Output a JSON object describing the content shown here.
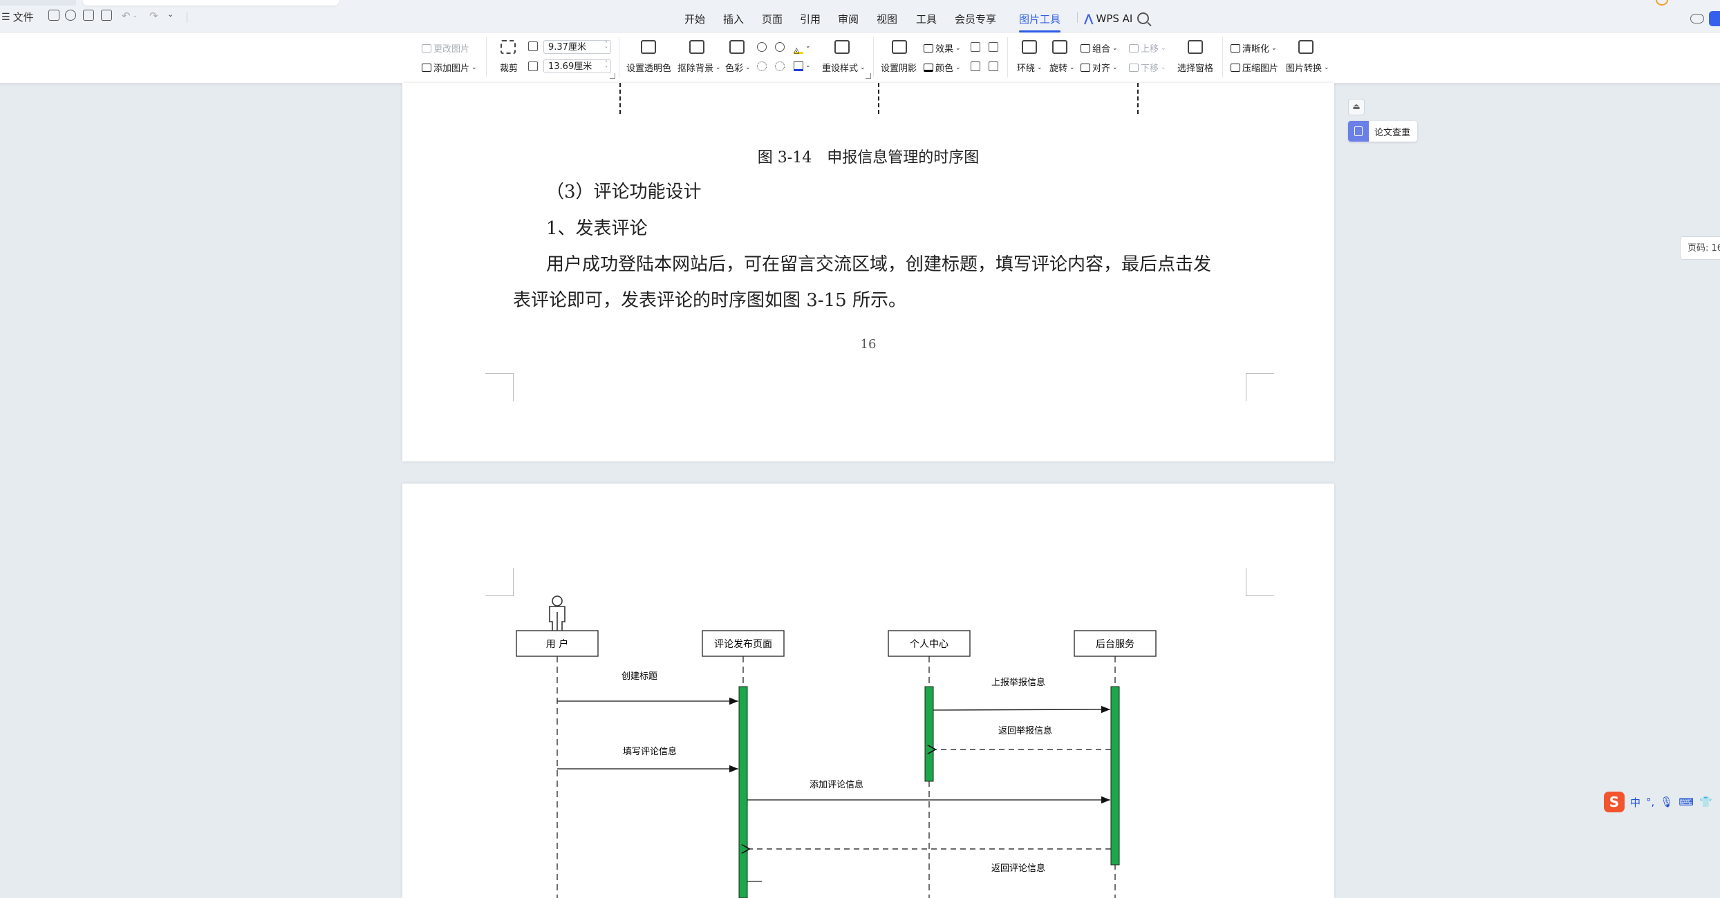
{
  "menubar": {
    "file_label": "文件",
    "tabs": [
      "开始",
      "插入",
      "页面",
      "引用",
      "审阅",
      "视图",
      "工具",
      "会员专享",
      "图片工具"
    ],
    "active_tab": "图片工具",
    "wps_ai": "WPS AI"
  },
  "ribbon": {
    "change_picture": "更改图片",
    "add_picture": "添加图片",
    "crop": "裁剪",
    "width": "9.37厘米",
    "height": "13.69厘米",
    "set_transparent": "设置透明色",
    "remove_bg": "抠除背景",
    "color": "色彩",
    "reset_style": "重设样式",
    "set_shadow": "设置阴影",
    "effect": "效果",
    "border_color": "颜色",
    "wrap": "环绕",
    "rotate": "旋转",
    "group": "组合",
    "align": "对齐",
    "move_up": "上移",
    "move_down": "下移",
    "select_pane": "选择窗格",
    "sharpen": "清晰化",
    "compress": "压缩图片",
    "convert": "图片转换"
  },
  "side": {
    "paper_check": "论文查重",
    "page_indicator": "页码: 16"
  },
  "document": {
    "figure_caption": "图 3-14　申报信息管理的时序图",
    "heading_3": "（3）评论功能设计",
    "subheading_1": "1、发表评论",
    "para_line1": "用户成功登陆本网站后，可在留言交流区域，创建标题，填写评论内容，最后点击发",
    "para_line2": "表评论即可，发表评论的时序图如图 3-15 所示。",
    "page_number": "16"
  },
  "diagram": {
    "lifelines": [
      "用 户",
      "评论发布页面",
      "个人中心",
      "后台服务"
    ],
    "messages": [
      {
        "label": "创建标题",
        "from": 0,
        "to": 1,
        "dashed": false
      },
      {
        "label": "上报举报信息",
        "from": 2,
        "to": 3,
        "dashed": false
      },
      {
        "label": "返回举报信息",
        "from": 3,
        "to": 2,
        "dashed": true
      },
      {
        "label": "填写评论信息",
        "from": 0,
        "to": 1,
        "dashed": false
      },
      {
        "label": "添加评论信息",
        "from": 1,
        "to": 3,
        "dashed": false
      },
      {
        "label": "",
        "from": 3,
        "to": 1,
        "dashed": true
      },
      {
        "label": "返回评论信息",
        "from": 3,
        "to": 1,
        "dashed": true
      }
    ],
    "activation_color": "#1aa84a"
  },
  "ime": {
    "lang": "中"
  }
}
